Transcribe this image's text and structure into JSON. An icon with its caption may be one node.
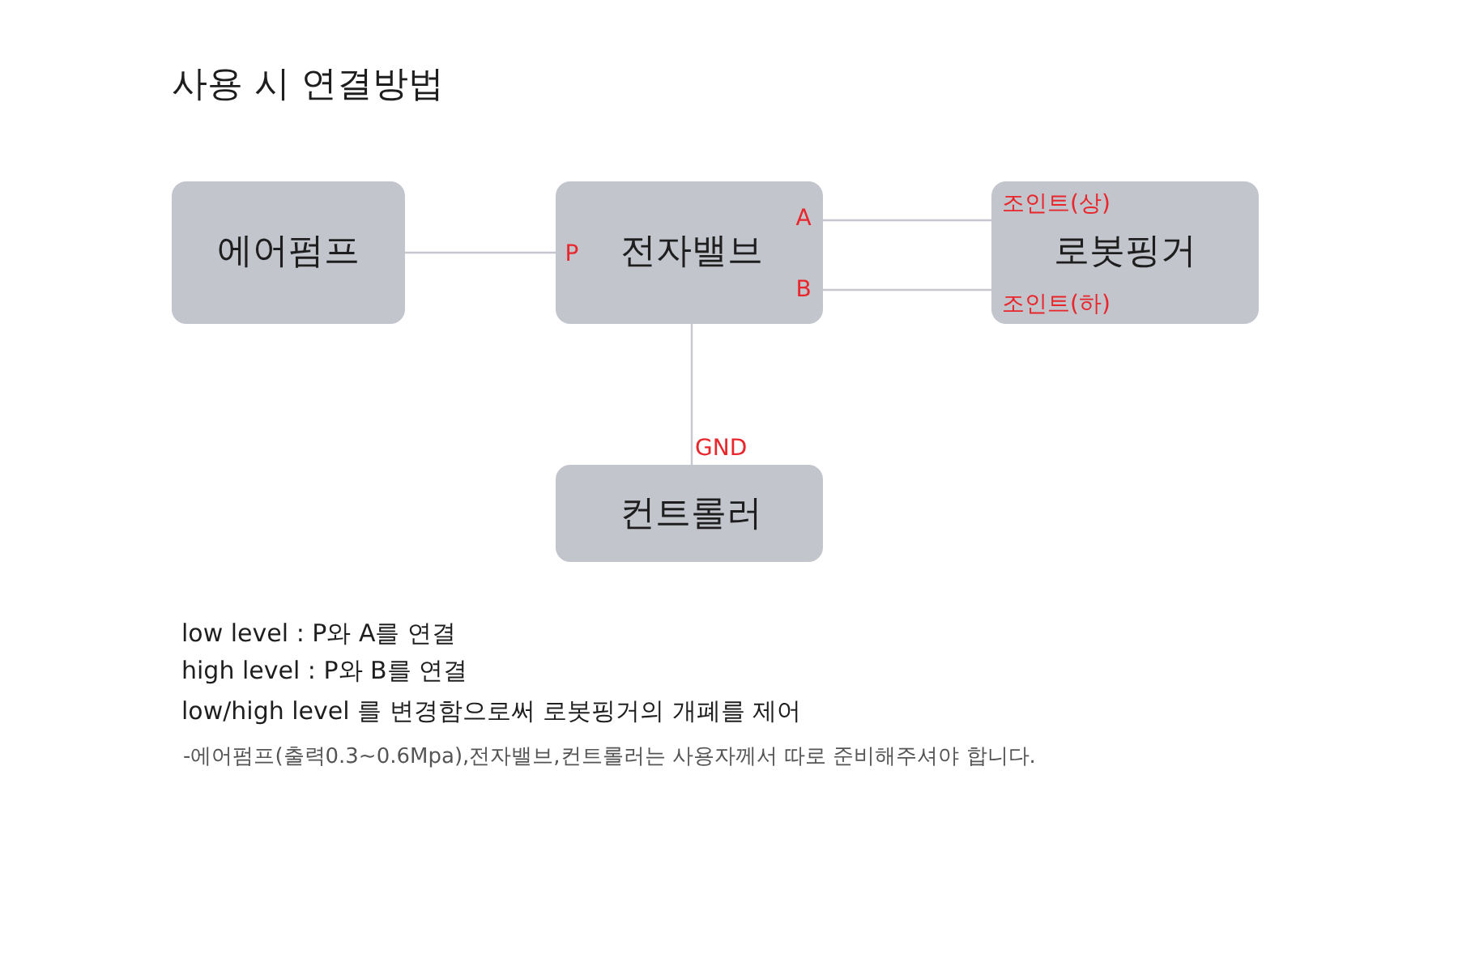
{
  "diagram": {
    "title": "사용 시 연결방법",
    "nodes": [
      {
        "text": [
          "에어펌프"
        ]
      },
      {
        "text": [
          "A",
          "P",
          "전자밸브",
          "B"
        ]
      },
      {
        "text": [
          "조인트(상)",
          "로봇핑거",
          "조인트(하)"
        ]
      },
      {
        "text": [
          "컨트롤러"
        ]
      }
    ],
    "edges": [
      {
        "from": 0,
        "to": 1,
        "arrow": "none"
      },
      {
        "from": 1,
        "to": 2,
        "arrow": "none"
      },
      {
        "from": 1,
        "to": 2,
        "arrow": "none"
      },
      {
        "from": 1,
        "to": 3,
        "arrow": "none",
        "label": "GND"
      }
    ],
    "labels": [
      "low level : P와 A를 연결",
      "high level : P와 B를 연결",
      "low/high level 를 변경함으로써 로봇핑거의 개폐를 제어",
      "-에어펌프(출력0.3~0.6Mpa),전자밸브,컨트롤러는 사용자께서 따로 준비해주셔야 합니다."
    ]
  }
}
